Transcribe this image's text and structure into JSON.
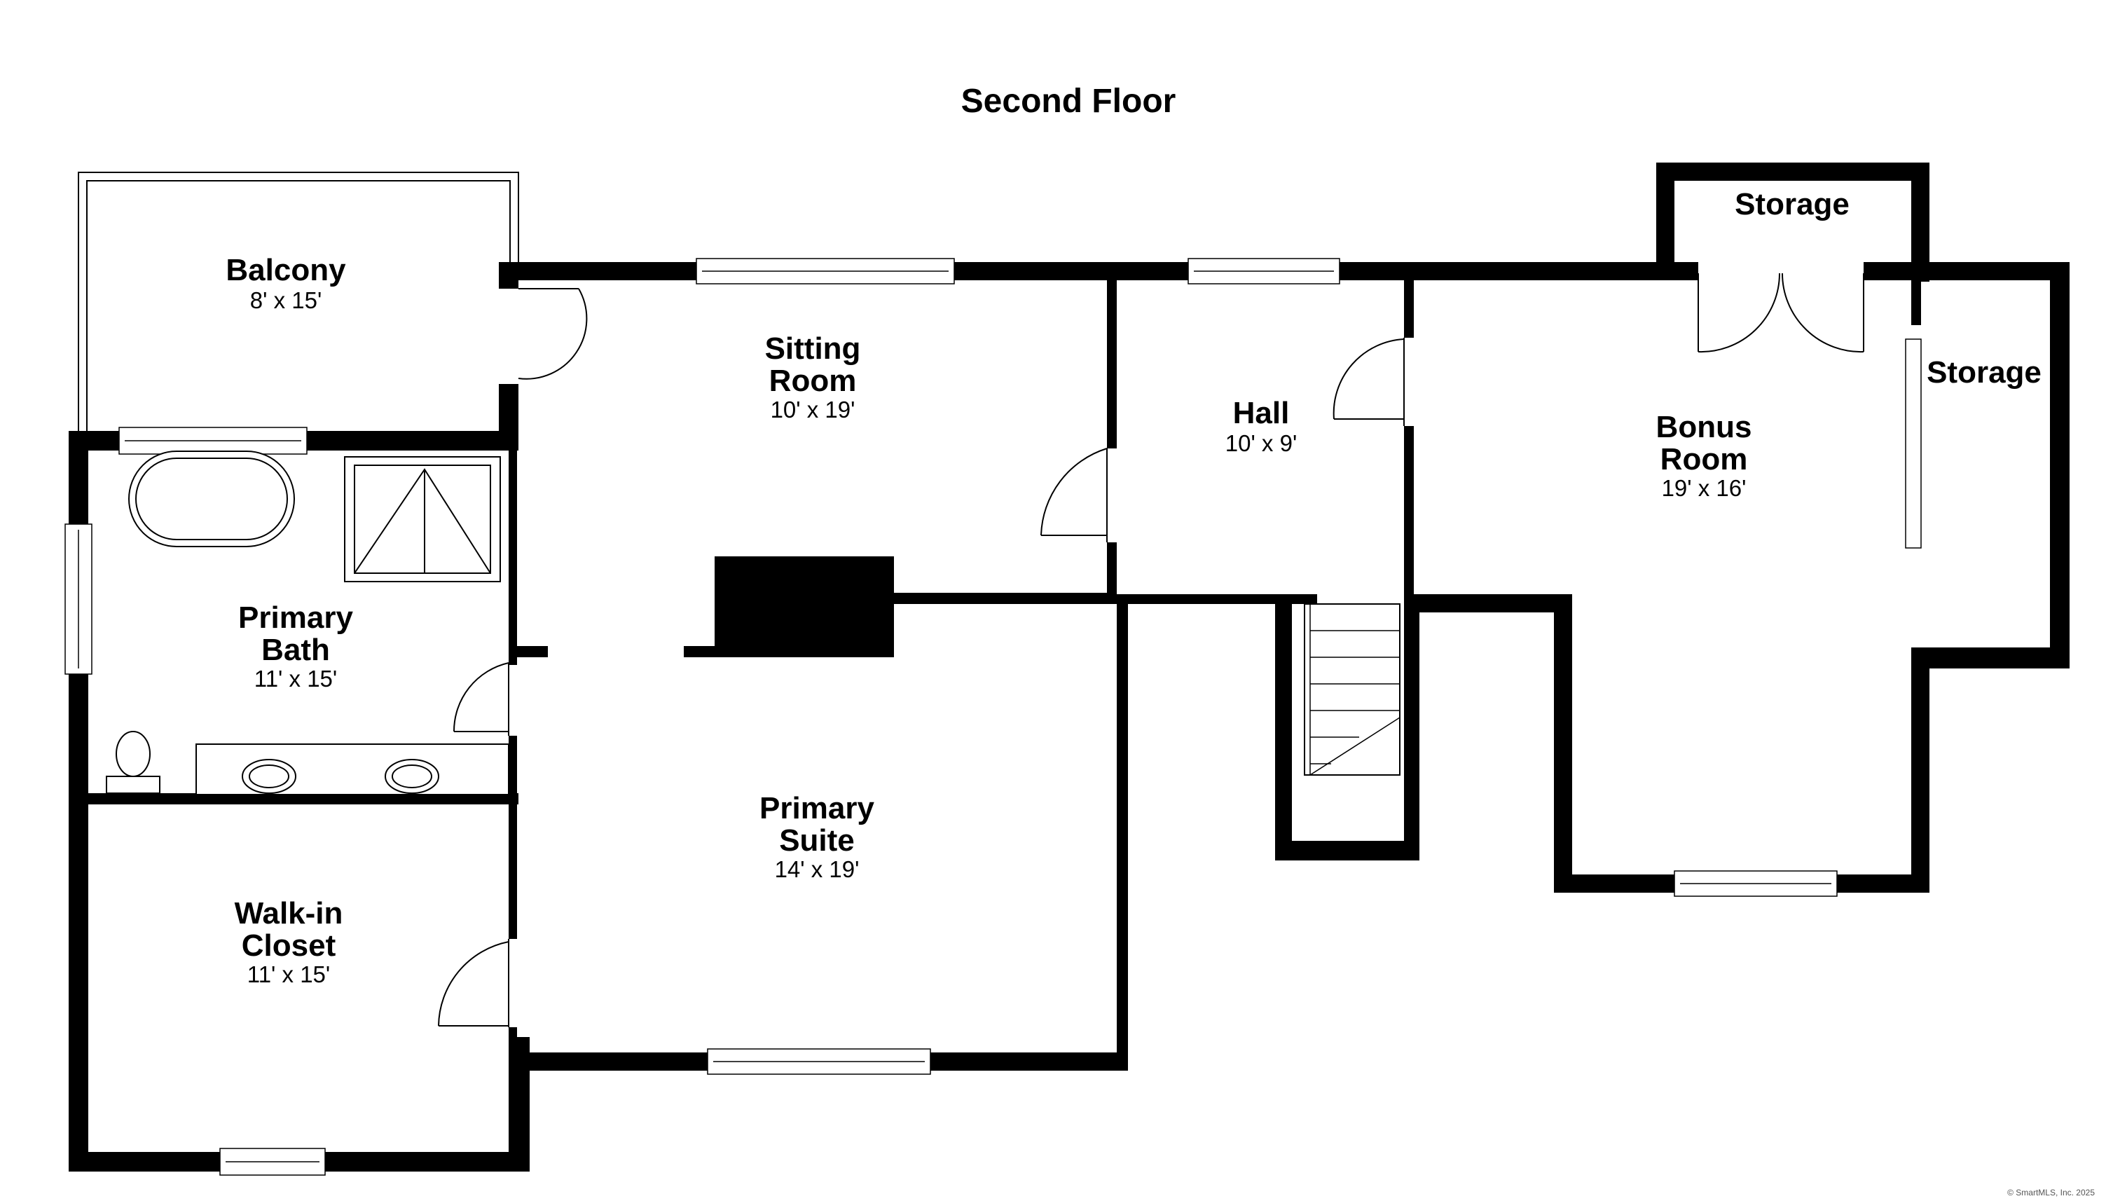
{
  "title": "Second Floor",
  "rooms": {
    "balcony": {
      "name": "Balcony",
      "dims": "8' x 15'"
    },
    "sitting": {
      "name1": "Sitting",
      "name2": "Room",
      "dims": "10' x 19'"
    },
    "hall": {
      "name": "Hall",
      "dims": "10' x 9'"
    },
    "storage_top": {
      "name": "Storage"
    },
    "storage_right": {
      "name": "Storage"
    },
    "bonus": {
      "name1": "Bonus",
      "name2": "Room",
      "dims": "19' x 16'"
    },
    "bath": {
      "name1": "Primary",
      "name2": "Bath",
      "dims": "11' x 15'"
    },
    "suite": {
      "name1": "Primary",
      "name2": "Suite",
      "dims": "14' x 19'"
    },
    "closet": {
      "name1": "Walk-in",
      "name2": "Closet",
      "dims": "11' x 15'"
    }
  },
  "credit": "© SmartMLS, Inc. 2025"
}
